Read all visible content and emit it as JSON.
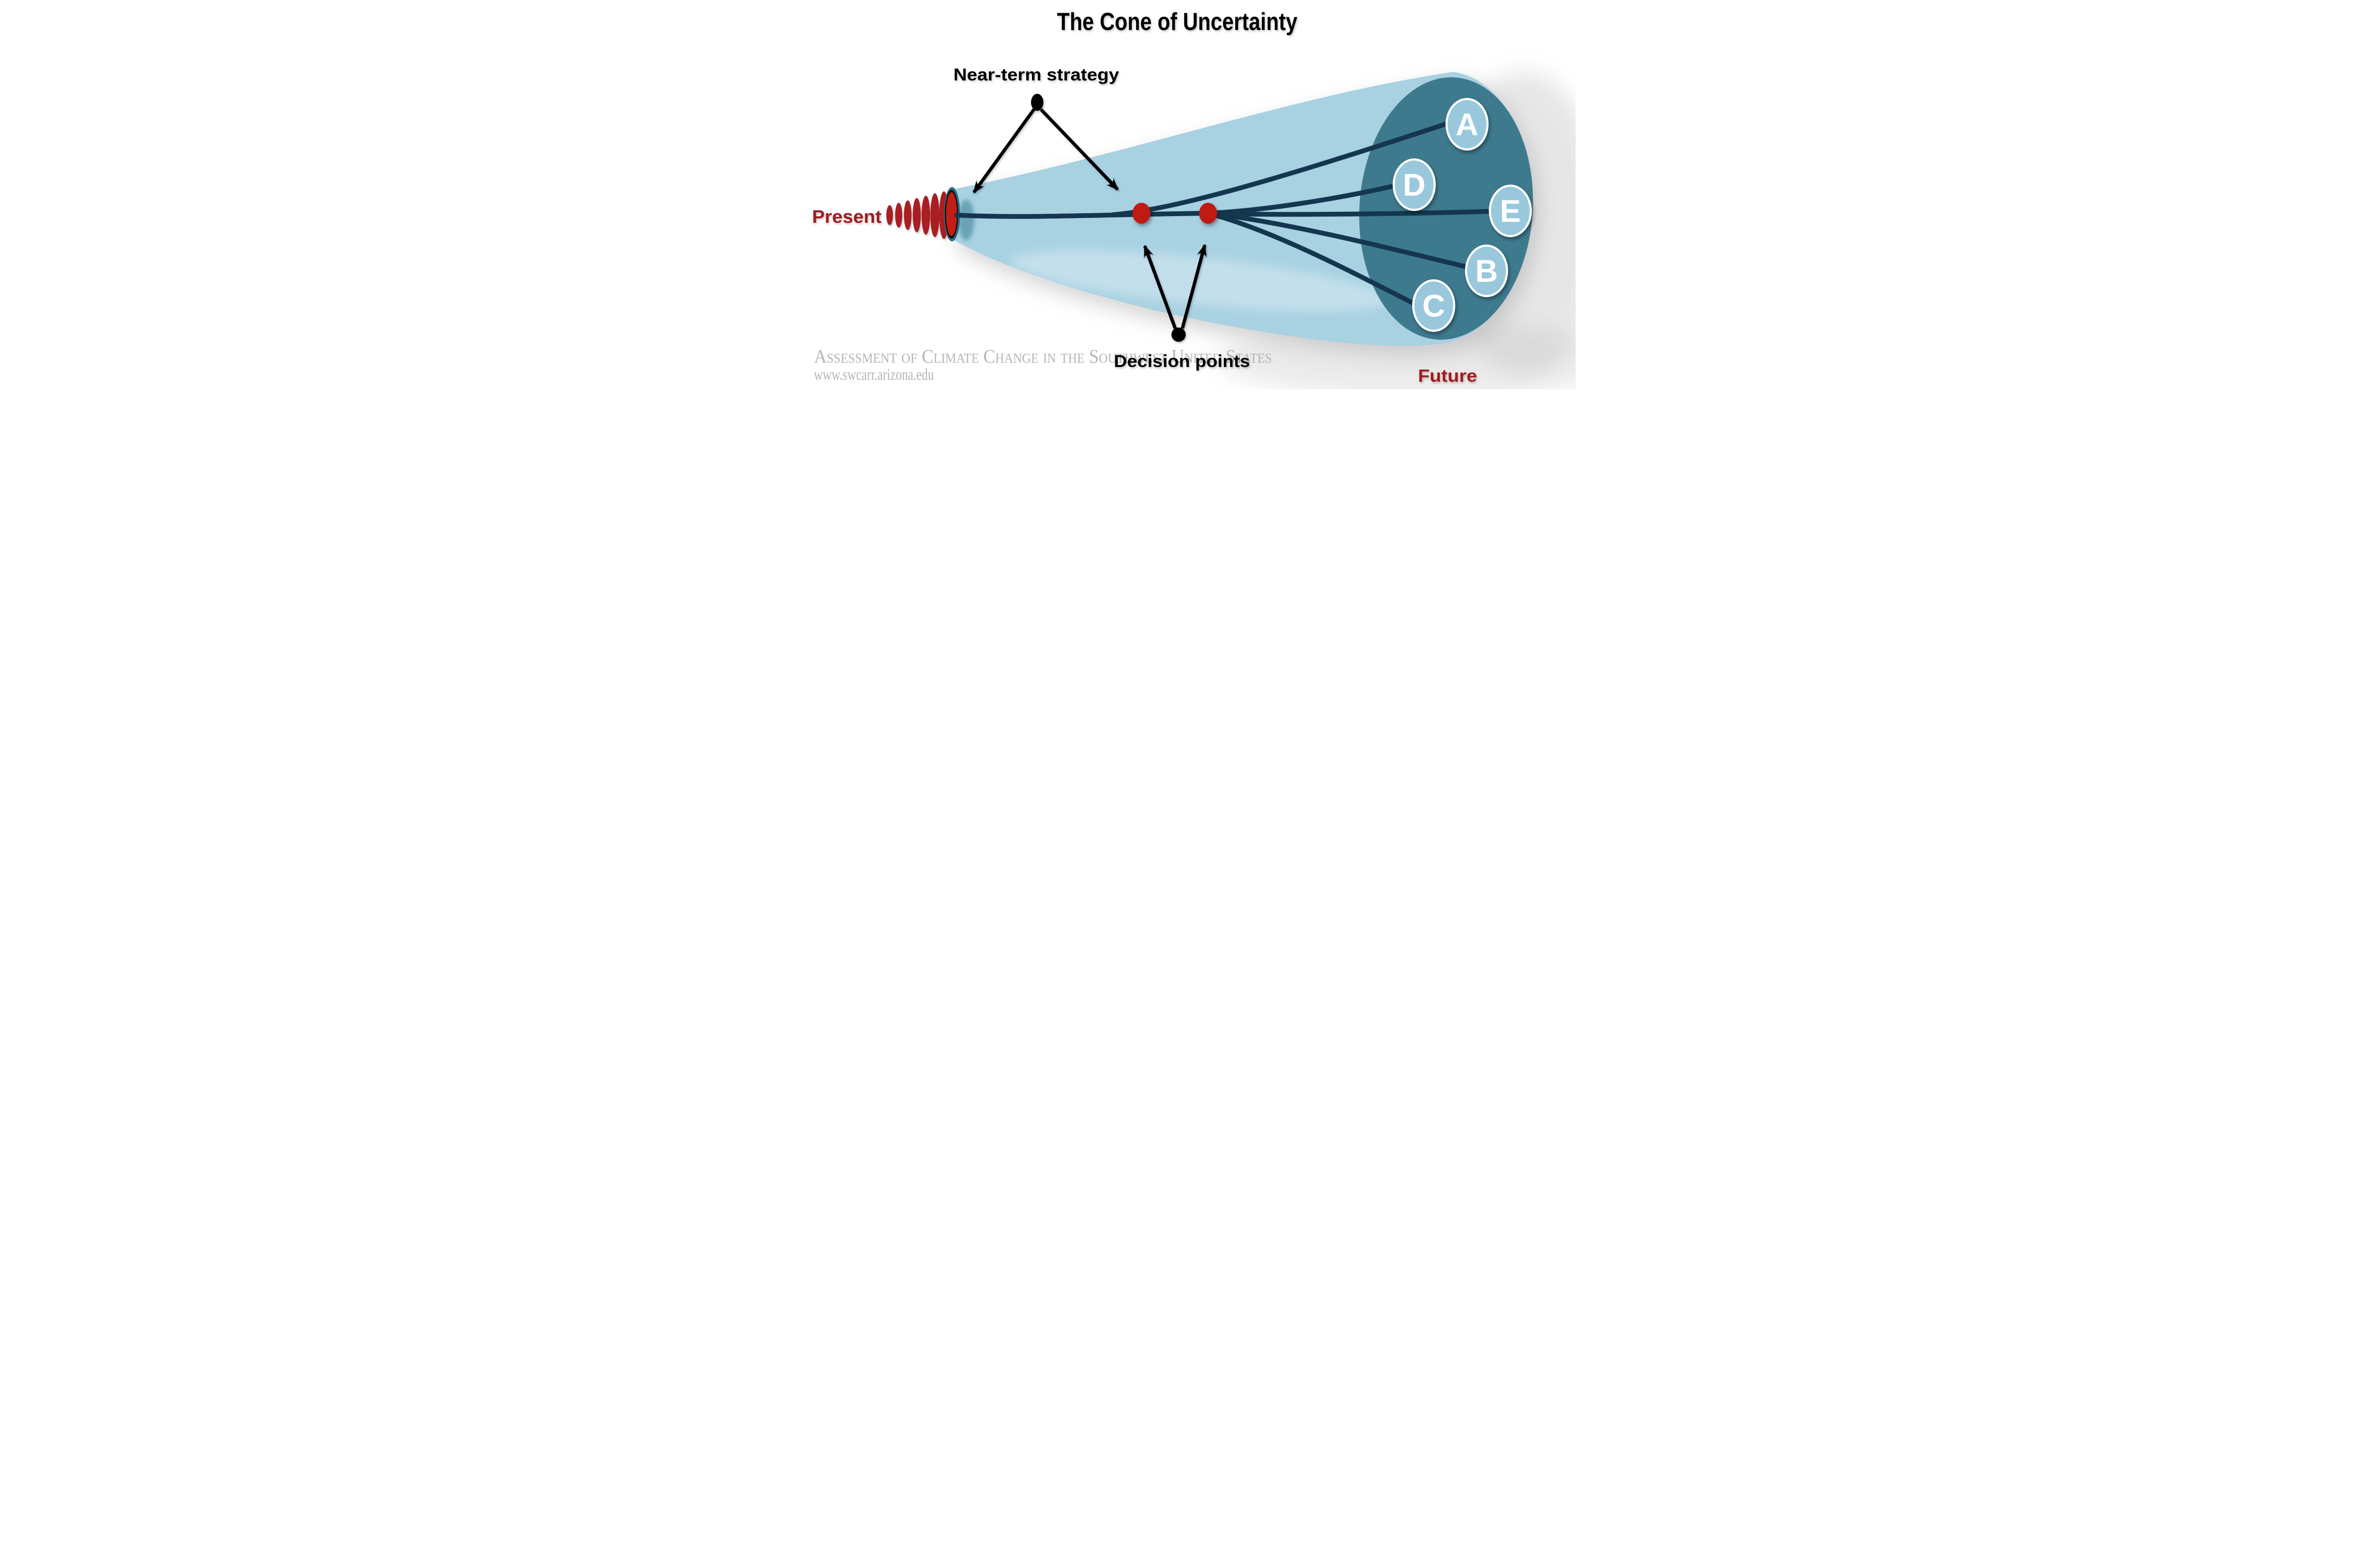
{
  "title": "The Cone of Uncertainty",
  "annotations": {
    "near_term_label": "Near-term strategy",
    "decision_points_label": "Decision points"
  },
  "timeline": {
    "start_label": "Present",
    "end_label": "Future"
  },
  "endpoints": [
    {
      "label": "A"
    },
    {
      "label": "D"
    },
    {
      "label": "E"
    },
    {
      "label": "B"
    },
    {
      "label": "C"
    }
  ],
  "footer": {
    "attribution": "Assessment of Climate Change in the Southwest United States",
    "url": "www.swcarr.arizona.edu"
  },
  "colors": {
    "cone_body": "#a8d1e2",
    "cone_face": "#3e7a8e",
    "cone_highlight": "#d8eaf3",
    "tip_ring": "#2c6b81",
    "tip_shadow": "#4e8aa1",
    "tip_red": "#c41d17",
    "coil_red": "#a91e22",
    "path_line": "#14374f",
    "decision_dot": "#bf1a14",
    "endpoint_fill": "#99c8dc",
    "endpoint_letter": "#ffffff",
    "label_red": "#a01b1e",
    "watermark_gray": "#b5b5b5",
    "annotation_black": "#000000"
  }
}
